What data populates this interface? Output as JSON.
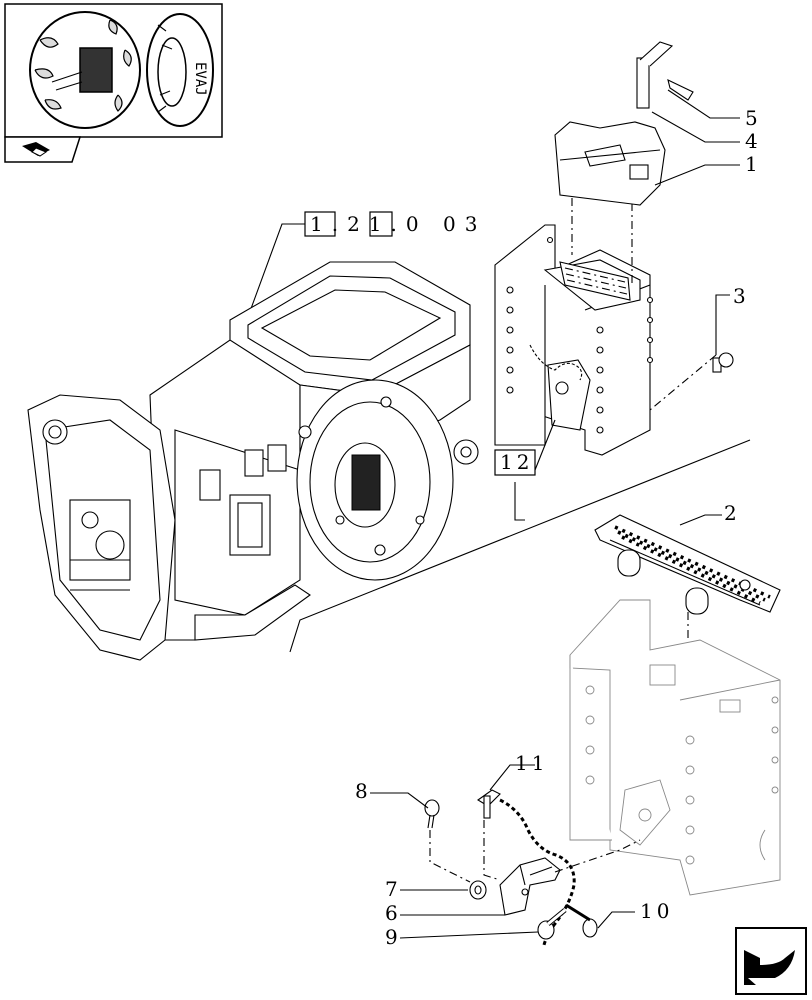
{
  "thumbnail": {
    "stamp_text": "EVAJ"
  },
  "reference": {
    "label": "1.21.0 03"
  },
  "callouts": {
    "c1": "1",
    "c2": "2",
    "c3": "3",
    "c4": "4",
    "c5": "5",
    "c6": "6",
    "c7": "7",
    "c8": "8",
    "c9": "9",
    "c10": "10",
    "c11": "11",
    "c12": "12"
  },
  "colors": {
    "ink": "#000000",
    "ghost": "#888888",
    "paper": "#ffffff"
  },
  "icons": {
    "nav_back": "arrow-back-icon",
    "tractor": "tractor-thumbnail-icon"
  }
}
